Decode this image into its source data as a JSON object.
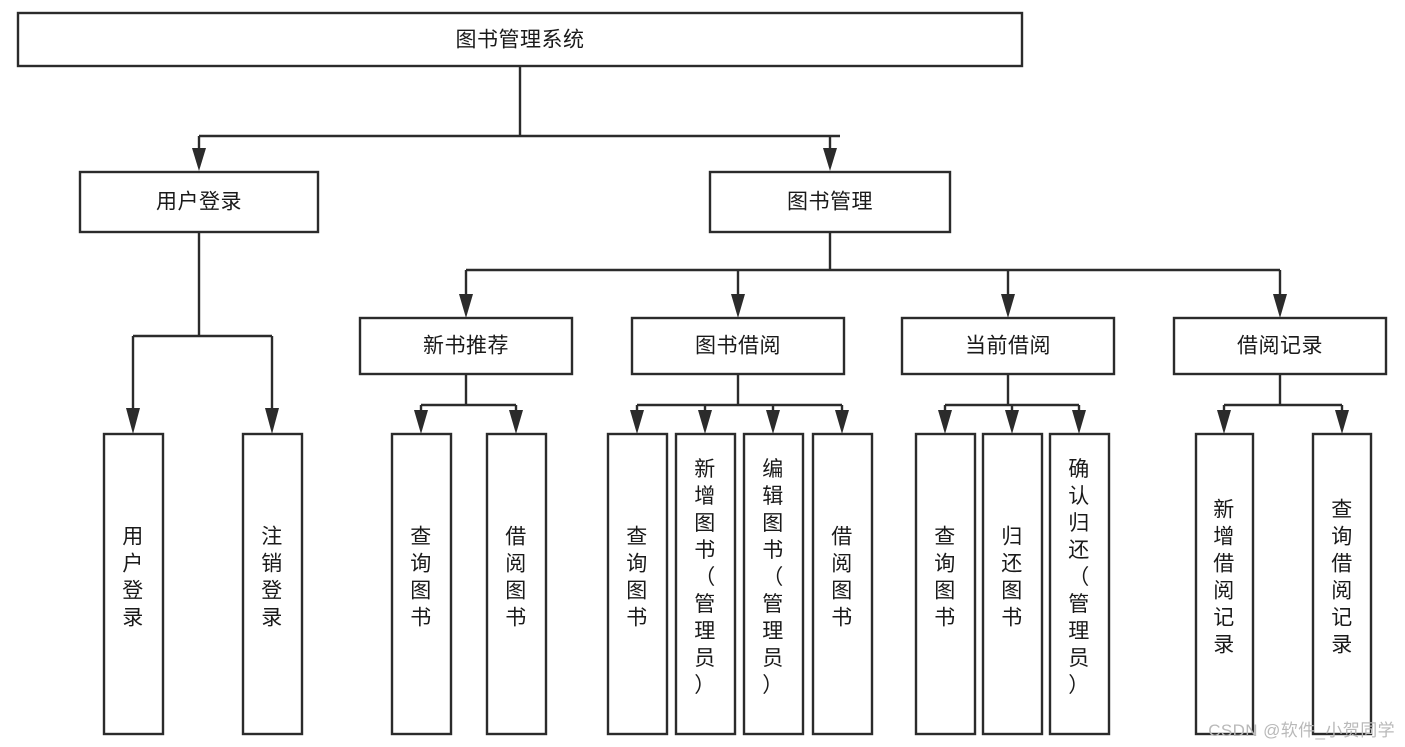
{
  "diagram": {
    "title": "图书管理系统",
    "type": "hierarchy-tree",
    "orientation": "top-down",
    "colors": {
      "box_stroke": "#2b2b2b",
      "box_fill": "#ffffff",
      "edge": "#2b2b2b",
      "text": "#1a1a1a",
      "background": "#ffffff",
      "watermark": "#b9b9b9"
    },
    "levels": [
      {
        "level": 1,
        "nodes": [
          {
            "id": "root",
            "label": "图书管理系统",
            "orientation": "horizontal"
          }
        ]
      },
      {
        "level": 2,
        "nodes": [
          {
            "id": "login",
            "label": "用户登录",
            "orientation": "horizontal",
            "parent": "root"
          },
          {
            "id": "bookmgmt",
            "label": "图书管理",
            "orientation": "horizontal",
            "parent": "root"
          }
        ]
      },
      {
        "level": 3,
        "nodes": [
          {
            "id": "newbook",
            "label": "新书推荐",
            "orientation": "horizontal",
            "parent": "bookmgmt"
          },
          {
            "id": "borrow",
            "label": "图书借阅",
            "orientation": "horizontal",
            "parent": "bookmgmt"
          },
          {
            "id": "current",
            "label": "当前借阅",
            "orientation": "horizontal",
            "parent": "bookmgmt"
          },
          {
            "id": "record",
            "label": "借阅记录",
            "orientation": "horizontal",
            "parent": "bookmgmt"
          }
        ]
      },
      {
        "level": 4,
        "nodes": [
          {
            "id": "leaf1",
            "label": "用户登录",
            "orientation": "vertical",
            "parent": "login"
          },
          {
            "id": "leaf2",
            "label": "注销登录",
            "orientation": "vertical",
            "parent": "login"
          },
          {
            "id": "leaf3",
            "label": "查询图书",
            "orientation": "vertical",
            "parent": "newbook"
          },
          {
            "id": "leaf4",
            "label": "借阅图书",
            "orientation": "vertical",
            "parent": "newbook"
          },
          {
            "id": "leaf5",
            "label": "查询图书",
            "orientation": "vertical",
            "parent": "borrow"
          },
          {
            "id": "leaf6",
            "label": "新增图书（管理员）",
            "orientation": "vertical",
            "parent": "borrow"
          },
          {
            "id": "leaf7",
            "label": "编辑图书（管理员）",
            "orientation": "vertical",
            "parent": "borrow"
          },
          {
            "id": "leaf8",
            "label": "借阅图书",
            "orientation": "vertical",
            "parent": "borrow"
          },
          {
            "id": "leaf9",
            "label": "查询图书",
            "orientation": "vertical",
            "parent": "current"
          },
          {
            "id": "leaf10",
            "label": "归还图书",
            "orientation": "vertical",
            "parent": "current"
          },
          {
            "id": "leaf11",
            "label": "确认归还（管理员）",
            "orientation": "vertical",
            "parent": "current"
          },
          {
            "id": "leaf12",
            "label": "新增借阅记录",
            "orientation": "vertical",
            "parent": "record"
          },
          {
            "id": "leaf13",
            "label": "查询借阅记录",
            "orientation": "vertical",
            "parent": "record"
          }
        ]
      }
    ],
    "watermark": "CSDN @软件_小贺同学"
  },
  "nodes": {
    "root": "图书管理系统",
    "login": "用户登录",
    "bookmgmt": "图书管理",
    "newbook": "新书推荐",
    "borrow": "图书借阅",
    "current": "当前借阅",
    "record": "借阅记录",
    "leaf1": "用户登录",
    "leaf2": "注销登录",
    "leaf3": "查询图书",
    "leaf4": "借阅图书",
    "leaf5": "查询图书",
    "leaf6": "新增图书（管理员）",
    "leaf7": "编辑图书（管理员）",
    "leaf8": "借阅图书",
    "leaf9": "查询图书",
    "leaf10": "归还图书",
    "leaf11": "确认归还（管理员）",
    "leaf12": "新增借阅记录",
    "leaf13": "查询借阅记录"
  },
  "watermark": {
    "text": "CSDN @软件_小贺同学"
  }
}
